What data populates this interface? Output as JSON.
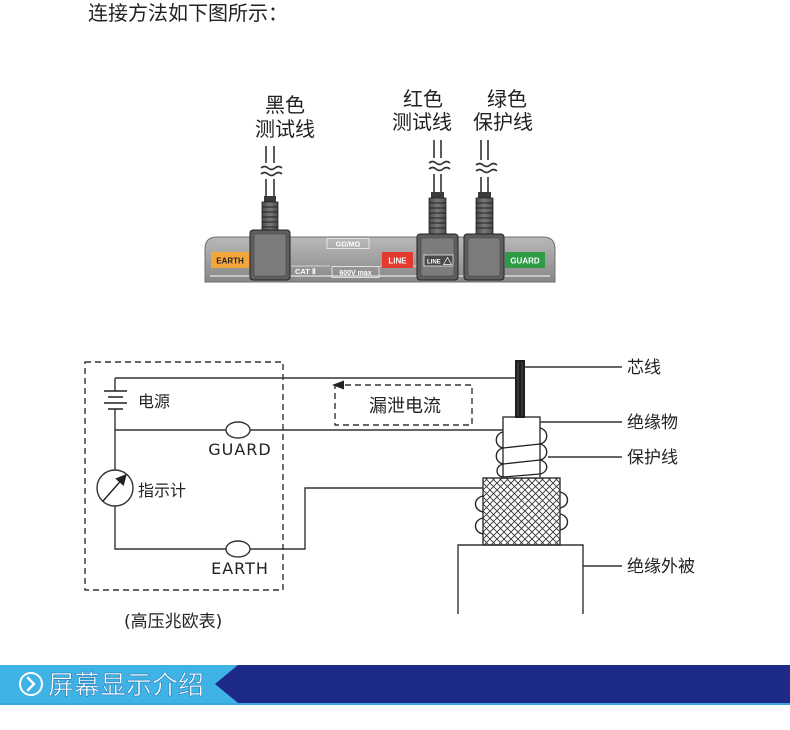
{
  "intro": "连接方法如下图所示：",
  "device": {
    "leads": [
      {
        "line1": "黑色",
        "line2": "测试线"
      },
      {
        "line1": "红色",
        "line2": "测试线"
      },
      {
        "line1": "绿色",
        "line2": "保护线"
      }
    ],
    "terminal_earth": "EARTH",
    "terminal_line": "LINE",
    "terminal_guard": "GUARD",
    "range_mark": "GΩ/MΩ",
    "category_mark": "CAT Ⅱ",
    "voltage_mark": "600V max",
    "plug_mark": "LINE"
  },
  "schematic": {
    "power": "电源",
    "guard": "GUARD",
    "meter": "指示计",
    "earth": "EARTH",
    "leakage": "漏泄电流",
    "caption": "(高压兆欧表)",
    "cable_parts": [
      "芯线",
      "绝缘物",
      "保护线",
      "绝缘外被"
    ]
  },
  "banner": {
    "title": "屏幕显示介绍"
  },
  "icons": {
    "banner": "chevron-right-circle-icon",
    "power": "battery-icon",
    "meter": "meter-dial-icon",
    "warning": "warning-triangle-icon"
  },
  "colors": {
    "earth_tag": "#f4a53c",
    "line_tag": "#e23a2e",
    "guard_tag": "#2e9b45",
    "banner_light": "#3fb2e6",
    "banner_navy": "#1d2a87"
  }
}
